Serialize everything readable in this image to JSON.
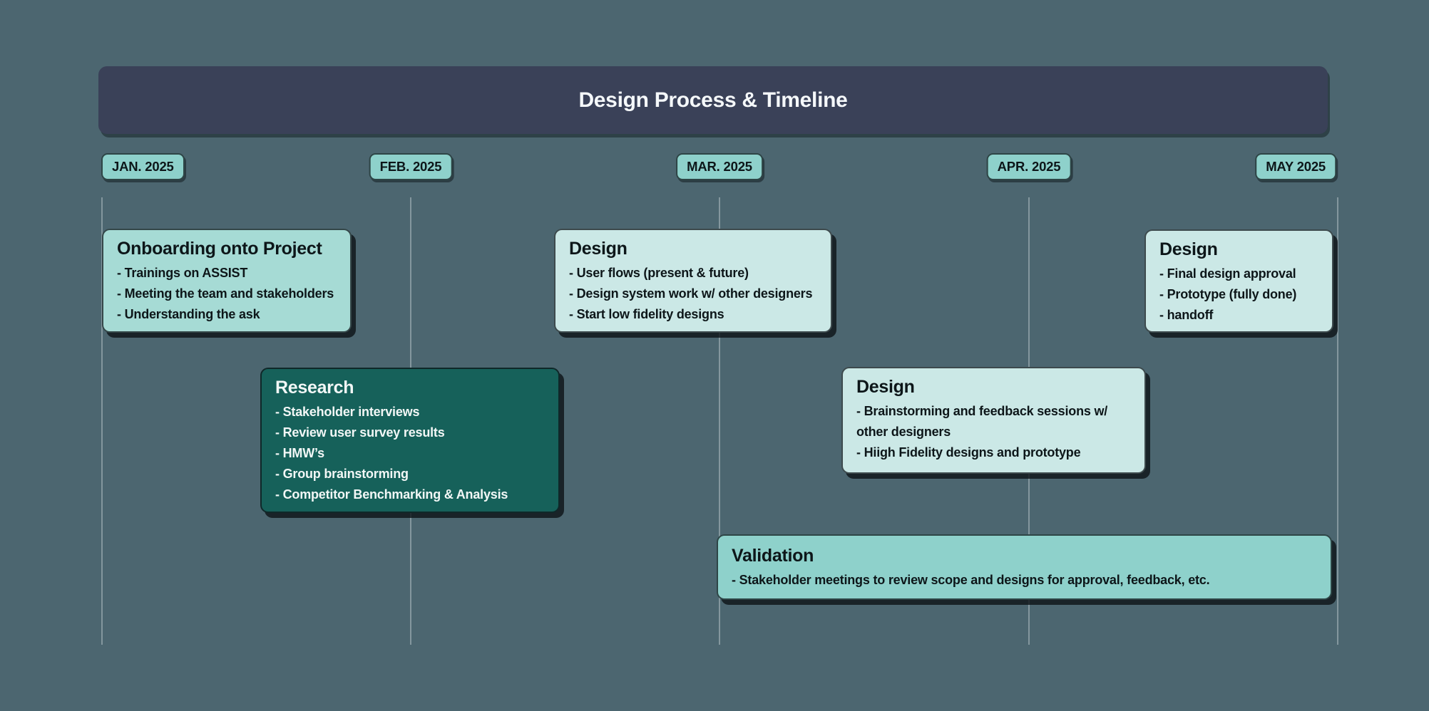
{
  "header": {
    "title": "Design Process & Timeline"
  },
  "months": [
    {
      "label": "JAN. 2025"
    },
    {
      "label": "FEB. 2025"
    },
    {
      "label": "MAR. 2025"
    },
    {
      "label": "APR. 2025"
    },
    {
      "label": "MAY 2025"
    }
  ],
  "cards": [
    {
      "title": "Onboarding onto Project",
      "bullets": [
        "- Trainings on ASSIST",
        "- Meeting the team and stakeholders",
        "- Understanding the ask"
      ]
    },
    {
      "title": "Research",
      "bullets": [
        "- Stakeholder interviews",
        "- Review user survey results",
        "- HMW’s",
        "- Group brainstorming",
        "- Competitor Benchmarking & Analysis"
      ]
    },
    {
      "title": "Design",
      "bullets": [
        "- User flows (present & future)",
        "- Design system work w/ other designers",
        "- Start low fidelity designs"
      ]
    },
    {
      "title": "Design",
      "bullets": [
        "- Brainstorming and feedback sessions w/ other designers",
        "- Hiigh Fidelity designs and prototype"
      ]
    },
    {
      "title": "Validation",
      "bullets": [
        "- Stakeholder meetings to review scope and designs for approval, feedback, etc."
      ]
    },
    {
      "title": "Design",
      "bullets": [
        "- Final design approval",
        "- Prototype (fully done)",
        "- handoff"
      ]
    }
  ],
  "colors": {
    "page_background": "#4c6670",
    "header_background": "#3a4158",
    "header_text": "#f5f8fa",
    "month_badge": "#8ed1cb",
    "card_onboarding": "#a6dbd5",
    "card_research": "#16615a",
    "card_design": "#cbe8e6",
    "card_validation": "#8ed1cb",
    "text_dark": "#0d1619",
    "text_light": "#f2f7f6",
    "gridline": "rgba(223,231,234,0.38)"
  }
}
